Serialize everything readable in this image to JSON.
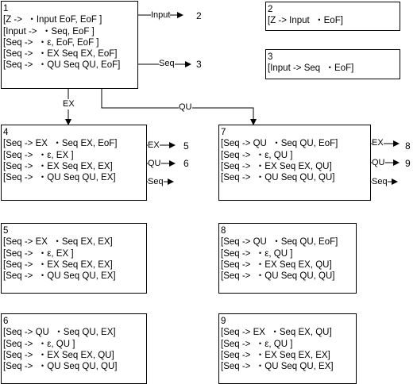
{
  "states": [
    {
      "id": "1",
      "lines": [
        "[Z ->  ・Input EoF, EoF ]",
        "[Input ->  ・Seq, EoF ]",
        "[Seq ->  ・ε, EoF, EoF ]",
        "[Seq ->  ・EX Seq EX, EoF]",
        "[Seq ->  ・QU Seq QU, EoF]"
      ]
    },
    {
      "id": "2",
      "lines": [
        "[Z -> Input  ・EoF]"
      ]
    },
    {
      "id": "3",
      "lines": [
        "[Input -> Seq  ・EoF]"
      ]
    },
    {
      "id": "4",
      "lines": [
        "[Seq -> EX  ・Seq EX, EoF]",
        "[Seq ->  ・ε, EX ]",
        "[Seq ->  ・EX Seq EX, EX]",
        "[Seq ->  ・QU Seq QU, EX]"
      ]
    },
    {
      "id": "7",
      "lines": [
        "[Seq -> QU  ・Seq QU, EoF]",
        "[Seq ->  ・ε, QU ]",
        "[Seq ->  ・EX Seq EX, QU]",
        "[Seq ->  ・QU Seq QU, QU]"
      ]
    },
    {
      "id": "5",
      "lines": [
        "[Seq -> EX  ・Seq EX, EX]",
        "[Seq ->  ・ε, EX ]",
        "[Seq ->  ・EX Seq EX, EX]",
        "[Seq ->  ・QU Seq QU, EX]"
      ]
    },
    {
      "id": "8",
      "lines": [
        "[Seq -> QU  ・Seq QU, EoF]",
        "[Seq ->  ・ε, QU ]",
        "[Seq ->  ・EX Seq EX, QU]",
        "[Seq ->  ・QU Seq QU, QU]"
      ]
    },
    {
      "id": "6",
      "lines": [
        "[Seq -> QU  ・Seq QU, EX]",
        "[Seq ->  ・ε, QU ]",
        "[Seq ->  ・EX Seq EX, QU]",
        "[Seq ->  ・QU Seq QU, QU]"
      ]
    },
    {
      "id": "9",
      "lines": [
        "[Seq -> EX  ・Seq EX, QU]",
        "[Seq ->  ・ε, QU ]",
        "[Seq ->  ・EX Seq EX, EX]",
        "[Seq ->  ・QU Seq QU, EX]"
      ]
    }
  ],
  "transitions": [
    {
      "from": "1",
      "symbol": "Input",
      "to": "2"
    },
    {
      "from": "1",
      "symbol": "Seq",
      "to": "3"
    },
    {
      "from": "1",
      "symbol": "EX",
      "to": "4"
    },
    {
      "from": "1",
      "symbol": "QU",
      "to": "7"
    },
    {
      "from": "4",
      "symbol": "EX",
      "to": "5"
    },
    {
      "from": "4",
      "symbol": "QU",
      "to": "6"
    },
    {
      "from": "4",
      "symbol": "Seq",
      "to": ""
    },
    {
      "from": "7",
      "symbol": "EX",
      "to": "8"
    },
    {
      "from": "7",
      "symbol": "QU",
      "to": "9"
    },
    {
      "from": "7",
      "symbol": "Seq",
      "to": ""
    }
  ]
}
